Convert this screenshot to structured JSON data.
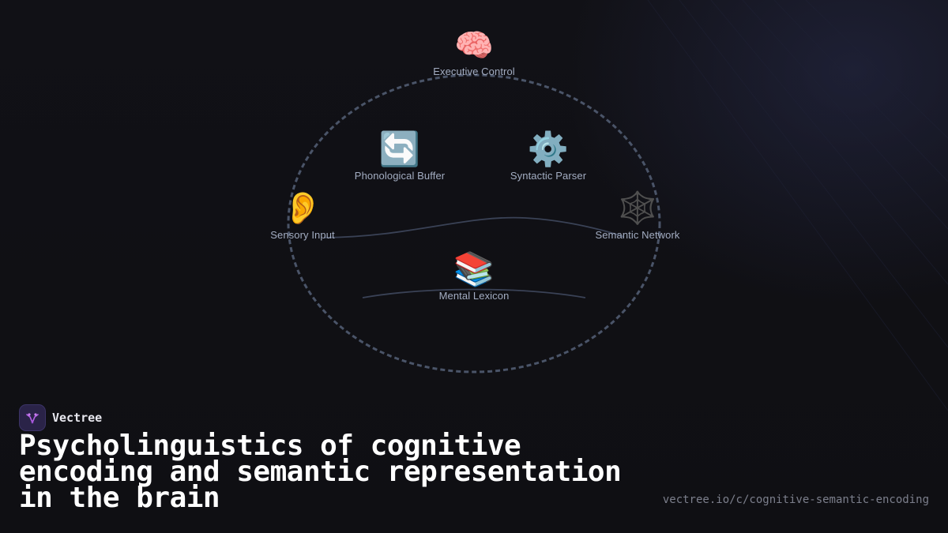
{
  "diagram": {
    "nodes": [
      {
        "id": "executive",
        "icon": "brain-icon",
        "glyph": "🧠",
        "label": "Executive Control"
      },
      {
        "id": "phonological",
        "icon": "cycle-arrows-icon",
        "glyph": "🔄",
        "label": "Phonological Buffer"
      },
      {
        "id": "syntactic",
        "icon": "gear-icon",
        "glyph": "⚙️",
        "label": "Syntactic Parser"
      },
      {
        "id": "sensory",
        "icon": "ear-icon",
        "glyph": "👂",
        "label": "Sensory Input"
      },
      {
        "id": "semantic",
        "icon": "spider-web-icon",
        "glyph": "🕸️",
        "label": "Semantic Network"
      },
      {
        "id": "lexicon",
        "icon": "books-icon",
        "glyph": "📚",
        "label": "Mental Lexicon"
      }
    ],
    "boundary_style": "dashed-ellipse",
    "edge_color": "#3a4256",
    "boundary_color": "#4a5468"
  },
  "brand": {
    "name": "Vectree",
    "logo_icon": "vectree-logo-icon",
    "accent_color": "#b561e8"
  },
  "title": "Psycholinguistics of cognitive encoding and semantic representation in the brain",
  "url": "vectree.io/c/cognitive-semantic-encoding",
  "colors": {
    "background": "#111116",
    "label": "#a3adc2",
    "title": "#ffffff",
    "url": "#7c7f8c"
  }
}
